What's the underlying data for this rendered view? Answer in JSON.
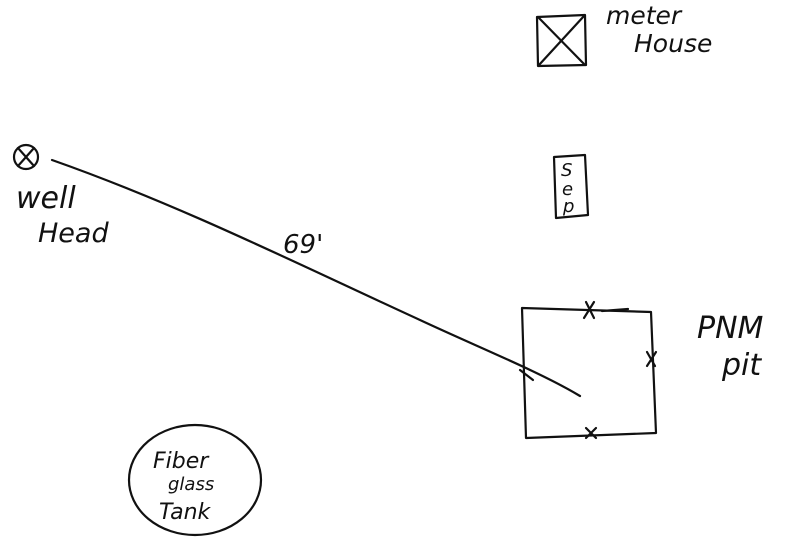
{
  "labels": {
    "meter_house_line1": "meter",
    "meter_house_line2": "House",
    "sep_s": "S",
    "sep_e": "e",
    "sep_p": "p",
    "well_line1": "well",
    "well_line2": "Head",
    "distance": "69'",
    "pit_line1": "PNM",
    "pit_line2": "pit",
    "tank_line1": "Fiber",
    "tank_line2": "glass",
    "tank_line3": "Tank"
  },
  "colors": {
    "ink": "#111111",
    "paper": "#ffffff"
  }
}
